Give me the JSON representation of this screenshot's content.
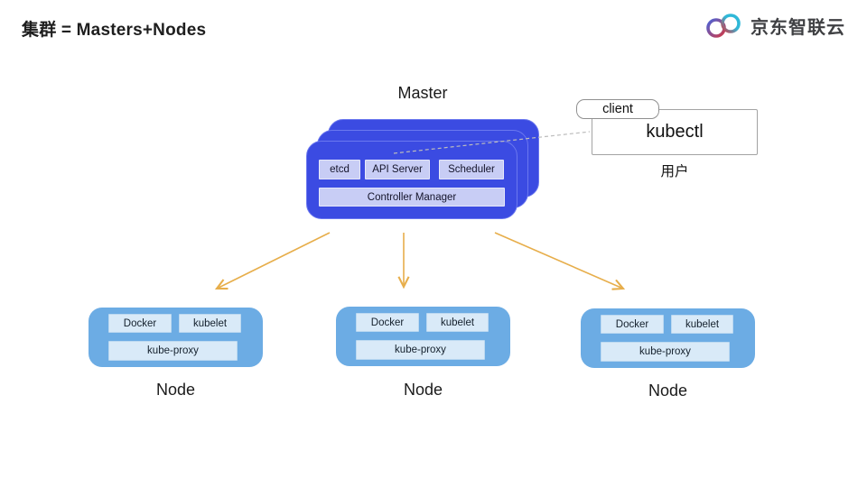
{
  "title": "集群 = Masters+Nodes",
  "logo": {
    "brand": "京东智联云"
  },
  "master": {
    "label": "Master",
    "components": {
      "etcd": "etcd",
      "api_server": "API Server",
      "scheduler": "Scheduler",
      "controller_manager": "Controller Manager"
    }
  },
  "client": {
    "tag": "client",
    "tool": "kubectl",
    "caption": "用户"
  },
  "nodes": [
    {
      "label": "Node",
      "components": {
        "docker": "Docker",
        "kubelet": "kubelet",
        "kube_proxy": "kube-proxy"
      }
    },
    {
      "label": "Node",
      "components": {
        "docker": "Docker",
        "kubelet": "kubelet",
        "kube_proxy": "kube-proxy"
      }
    },
    {
      "label": "Node",
      "components": {
        "docker": "Docker",
        "kubelet": "kubelet",
        "kube_proxy": "kube-proxy"
      }
    }
  ],
  "colors": {
    "master_card": "#3b4be2",
    "master_component_bg": "#c8cdf5",
    "node_card": "#6cace4",
    "node_component_bg": "#d9eaf8",
    "arrow": "#e7ae4b",
    "connector_dashed": "#bdbdbd",
    "logo_red": "#cf3a49",
    "logo_blue": "#4a63d8",
    "logo_teal": "#2fb8d8"
  }
}
